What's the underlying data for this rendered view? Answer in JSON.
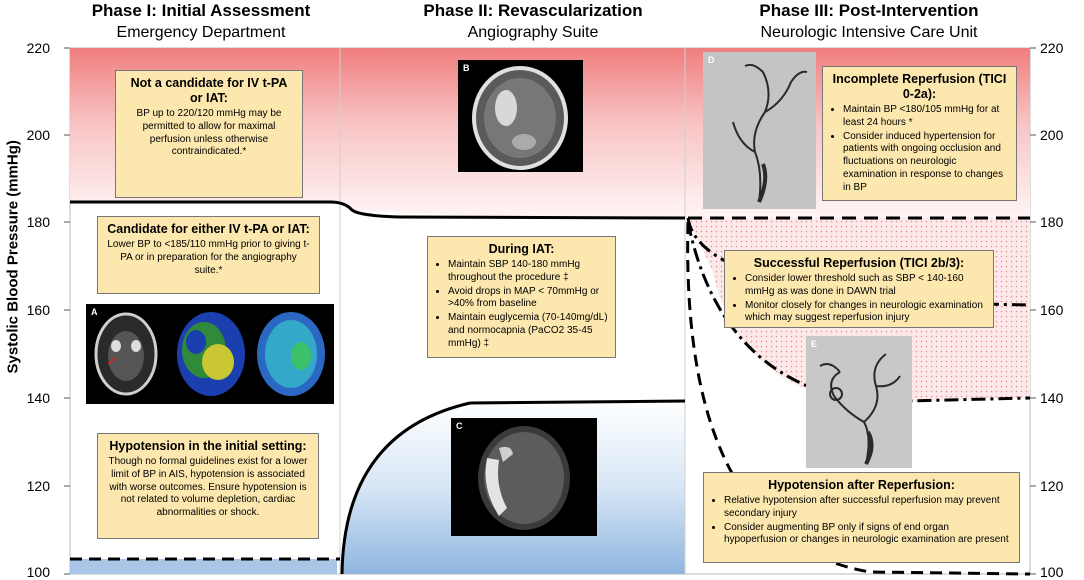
{
  "phases": [
    {
      "title": "Phase I: Initial Assessment",
      "subtitle": "Emergency Department"
    },
    {
      "title": "Phase II: Revascularization",
      "subtitle": "Angiography Suite"
    },
    {
      "title": "Phase III: Post-Intervention",
      "subtitle": "Neurologic Intensive Care Unit"
    }
  ],
  "axis": {
    "label": "Systolic Blood Pressure (mmHg)",
    "ticks": [
      "220",
      "200",
      "180",
      "160",
      "140",
      "120",
      "100"
    ]
  },
  "boxes": {
    "no_candidate": {
      "title": "Not a candidate for IV t-PA or IAT:",
      "body": "BP up to 220/120 mmHg may be permitted to allow for maximal perfusion unless otherwise contraindicated.*"
    },
    "candidate": {
      "title": "Candidate for either IV t-PA or IAT:",
      "body": "Lower BP to <185/110 mmHg prior to giving t-PA or in preparation for the angiography suite.*"
    },
    "hypotension_initial": {
      "title": "Hypotension in the initial setting:",
      "body": "Though no formal guidelines exist for a lower limit of BP in AIS, hypotension is associated with worse outcomes. Ensure hypotension is not related to volume depletion, cardiac abnormalities or shock."
    },
    "during_iat": {
      "title": "During IAT:",
      "items": [
        "Maintain SBP 140-180 mmHg throughout the procedure ‡",
        "Avoid drops in MAP < 70mmHg or >40% from baseline",
        "Maintain euglycemia (70-140mg/dL) and normocapnia (PaCO2 35-45 mmHg) ‡"
      ]
    },
    "incomplete": {
      "title": "Incomplete Reperfusion (TICI 0-2a):",
      "items": [
        "Maintain BP <180/105 mmHg for at least 24 hours *",
        "Consider induced hypertension for patients with ongoing occlusion and fluctuations on neurologic examination in response to changes in BP"
      ]
    },
    "successful": {
      "title": "Successful Reperfusion (TICI 2b/3):",
      "items": [
        "Consider lower threshold such as SBP < 140-160 mmHg as was done in DAWN trial",
        "Monitor closely for changes in neurologic examination which may suggest reperfusion injury"
      ]
    },
    "hypotension_after": {
      "title": "Hypotension after Reperfusion:",
      "items": [
        "Relative hypotension after successful reperfusion may prevent secondary injury",
        "Consider augmenting BP only if signs of end organ hypoperfusion or changes in neurologic examination are present"
      ]
    }
  },
  "panels": {
    "a": "A",
    "b": "B",
    "c": "C",
    "d": "D",
    "e": "E"
  },
  "colors": {
    "red_zone": "#f07e7e",
    "blue_zone": "#8fb6e0",
    "box_fill": "#fce7ae",
    "dotted_zone": "#f4b8b8"
  }
}
